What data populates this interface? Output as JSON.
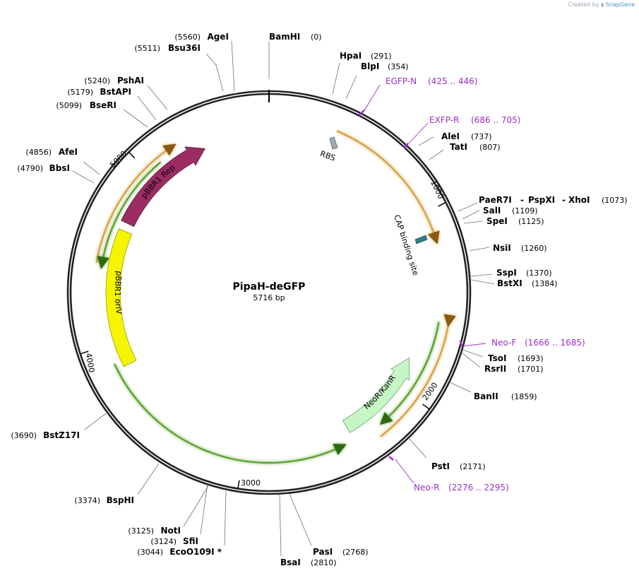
{
  "credit": {
    "prefix": "Created by",
    "brand": "SnapGene"
  },
  "plasmid": {
    "name": "PipaH-deGFP",
    "size": "5716 bp"
  },
  "ticks": [
    "1000",
    "2000",
    "3000",
    "4000",
    "5000"
  ],
  "features": [
    {
      "label": "pBBR1 Rep",
      "color": "#9b2d63",
      "text_color": "#ffffff"
    },
    {
      "label": "pBBR1 oriV",
      "color": "#f5f500",
      "text_color": "#000000"
    },
    {
      "label": "NeoR/KanR",
      "color": "#c6f5c6",
      "text_color": "#000000"
    },
    {
      "label": "RBS",
      "color": "#a0a8b0"
    },
    {
      "label": "CAP binding site",
      "color": "#2f7f8f"
    }
  ],
  "orfs": [
    {
      "kind": "orange",
      "color": "#d8a040"
    },
    {
      "kind": "green",
      "color": "#5aa02c"
    }
  ],
  "sites": [
    {
      "id": "bamhi",
      "name": "BamHI",
      "pos": "(0)"
    },
    {
      "id": "agei",
      "name": "AgeI",
      "pos": "(5560)"
    },
    {
      "id": "bsu36i",
      "name": "Bsu36I",
      "pos": "(5511)"
    },
    {
      "id": "pshai",
      "name": "PshAI",
      "pos": "(5240)"
    },
    {
      "id": "bstapi",
      "name": "BstAPI",
      "pos": "(5179)"
    },
    {
      "id": "beseri",
      "name": "BseRI",
      "pos": "(5099)"
    },
    {
      "id": "afei",
      "name": "AfeI",
      "pos": "(4856)"
    },
    {
      "id": "bbsi",
      "name": "BbsI",
      "pos": "(4790)"
    },
    {
      "id": "hpai",
      "name": "HpaI",
      "pos": "(291)"
    },
    {
      "id": "blpi",
      "name": "BlpI",
      "pos": "(354)"
    },
    {
      "id": "alei",
      "name": "AleI",
      "pos": "(737)"
    },
    {
      "id": "tati",
      "name": "TatI",
      "pos": "(807)"
    },
    {
      "id": "paer7i",
      "name": "PaeR7I",
      "pos": ""
    },
    {
      "id": "pspxi",
      "name": "PspXI",
      "pos": ""
    },
    {
      "id": "xhoi",
      "name": "XhoI",
      "pos": "(1073)"
    },
    {
      "id": "sali",
      "name": "SalI",
      "pos": "(1109)"
    },
    {
      "id": "spei",
      "name": "SpeI",
      "pos": "(1125)"
    },
    {
      "id": "nsii",
      "name": "NsiI",
      "pos": "(1260)"
    },
    {
      "id": "sspi",
      "name": "SspI",
      "pos": "(1370)"
    },
    {
      "id": "bstxi",
      "name": "BstXI",
      "pos": "(1384)"
    },
    {
      "id": "tsoi",
      "name": "TsoI",
      "pos": "(1693)"
    },
    {
      "id": "rsrii",
      "name": "RsrII",
      "pos": "(1701)"
    },
    {
      "id": "banii",
      "name": "BanII",
      "pos": "(1859)"
    },
    {
      "id": "psti",
      "name": "PstI",
      "pos": "(2171)"
    },
    {
      "id": "pasi",
      "name": "PasI",
      "pos": "(2768)"
    },
    {
      "id": "bsai",
      "name": "BsaI",
      "pos": "(2810)"
    },
    {
      "id": "noti",
      "name": "NotI",
      "pos": "(3125)"
    },
    {
      "id": "sfii",
      "name": "SfiI",
      "pos": "(3124)"
    },
    {
      "id": "eco0109i",
      "name": "EcoO109I *",
      "pos": "(3044)"
    },
    {
      "id": "bsphi",
      "name": "BspHI",
      "pos": "(3374)"
    },
    {
      "id": "bstz17i",
      "name": "BstZ17I",
      "pos": "(3690)"
    }
  ],
  "primers": [
    {
      "id": "egfp-n",
      "name": "EGFP-N",
      "range": "(425 .. 446)"
    },
    {
      "id": "exfp-r",
      "name": "EXFP-R",
      "range": "(686 .. 705)"
    },
    {
      "id": "neo-f",
      "name": "Neo-F",
      "range": "(1666 .. 1685)"
    },
    {
      "id": "neo-r",
      "name": "Neo-R",
      "range": "(2276 .. 2295)"
    }
  ],
  "colors": {
    "backbone": "#222222",
    "primer": "#9b30c8",
    "leader": "#666666"
  }
}
